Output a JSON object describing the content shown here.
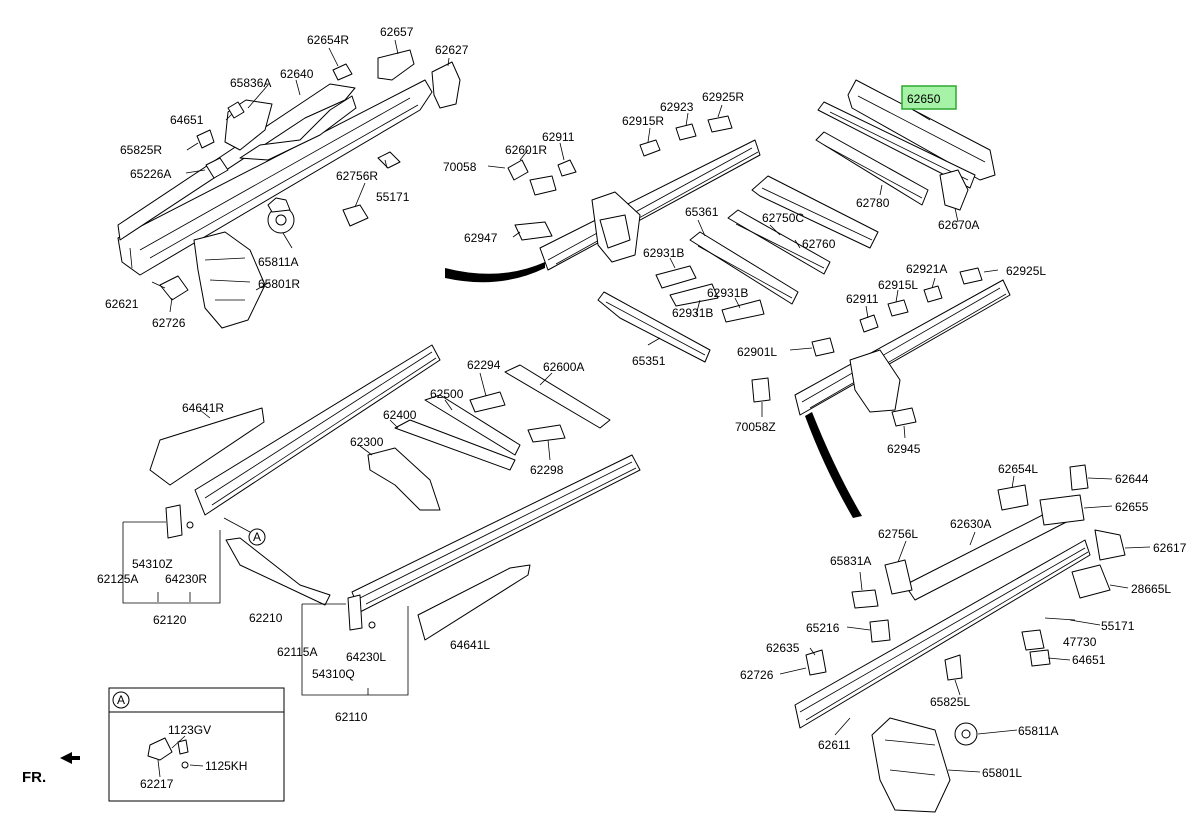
{
  "labels": {
    "p62654R": "62654R",
    "p62657": "62657",
    "p62627": "62627",
    "p65836A": "65836A",
    "p62640": "62640",
    "p64651": "64651",
    "p65825R": "65825R",
    "p65226A": "65226A",
    "p62756R": "62756R",
    "p55171": "55171",
    "p65811A": "65811A",
    "p65801R": "65801R",
    "p62621": "62621",
    "p62726": "62726",
    "p62923": "62923",
    "p62925R": "62925R",
    "p62915R": "62915R",
    "p62911": "62911",
    "p62601R": "62601R",
    "p70058": "70058",
    "p62947": "62947",
    "p65361": "65361",
    "p62931B_a": "62931B",
    "p62931B_b": "62931B",
    "p62931B_c": "62931B",
    "p65351": "65351",
    "p62750C": "62750C",
    "p62760": "62760",
    "p62650": "62650",
    "p62780": "62780",
    "p62670A": "62670A",
    "p62921A": "62921A",
    "p62925L": "62925L",
    "p62915L": "62915L",
    "p62911_b": "62911",
    "p62901L": "62901L",
    "p70058Z": "70058Z",
    "p62945": "62945",
    "p64641R": "64641R",
    "p62294": "62294",
    "p62600A": "62600A",
    "p62500": "62500",
    "p62400": "62400",
    "p62300": "62300",
    "p62298": "62298",
    "p54310Z": "54310Z",
    "p62125A": "62125A",
    "p64230R": "64230R",
    "p62120": "62120",
    "p62210": "62210",
    "p62115A": "62115A",
    "p54310Q": "54310Q",
    "p64230L": "64230L",
    "p62110": "62110",
    "p64641L": "64641L",
    "calloutA": "A",
    "p1123GV": "1123GV",
    "p62217": "62217",
    "p1125KH": "1125KH",
    "boxA": "A",
    "p62654L": "62654L",
    "p62644": "62644",
    "p62655": "62655",
    "p62617": "62617",
    "p28665L": "28665L",
    "p62756L": "62756L",
    "p62630A": "62630A",
    "p65831A": "65831A",
    "p55171_b": "55171",
    "p47730": "47730",
    "p65216": "65216",
    "p64651_b": "64651",
    "p62635": "62635",
    "p62726_b": "62726",
    "p65825L": "65825L",
    "p65811A_b": "65811A",
    "p62611": "62611",
    "p65801L": "65801L",
    "fr": "FR."
  },
  "highlight": {
    "label": "62650",
    "color": "#a6f2a6",
    "border": "#2fa82f"
  }
}
